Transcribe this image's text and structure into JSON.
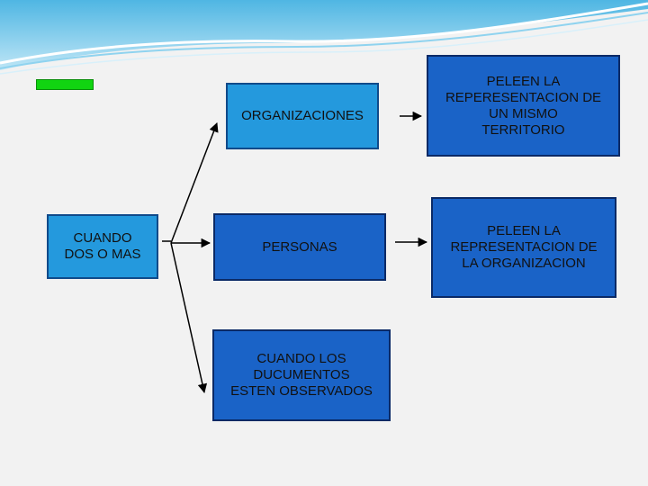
{
  "nodes": {
    "cuando_dos_o_mas": "CUANDO\nDOS O MAS",
    "organizaciones": "ORGANIZACIONES",
    "personas": "PERSONAS",
    "cuando_los_documentos": "CUANDO LOS\nDUCUMENTOS\nESTEN OBSERVADOS",
    "peleen_territorio": "PELEEN LA\nREPERESENTACION DE\nUN MISMO\nTERRITORIO",
    "peleen_organizacion": "PELEEN LA\nREPRESENTACION DE\nLA ORGANIZACION"
  },
  "colors": {
    "box_dark": "#1a63c7",
    "box_light": "#2499dd",
    "badge": "#11d411",
    "banner": "#6fc3e6"
  }
}
